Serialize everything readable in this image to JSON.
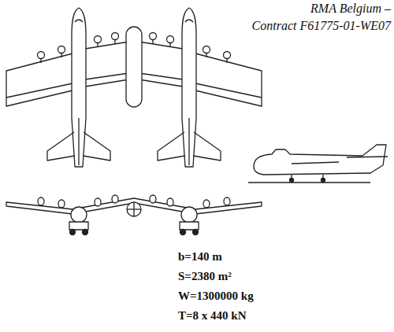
{
  "diagram": {
    "labels": [
      "RMA Belgium –",
      "Contract F61775-01-WE07",
      "b=140 m",
      "S=2380 m²",
      "W=1300000 kg",
      "T=8 x 440 kN"
    ]
  }
}
